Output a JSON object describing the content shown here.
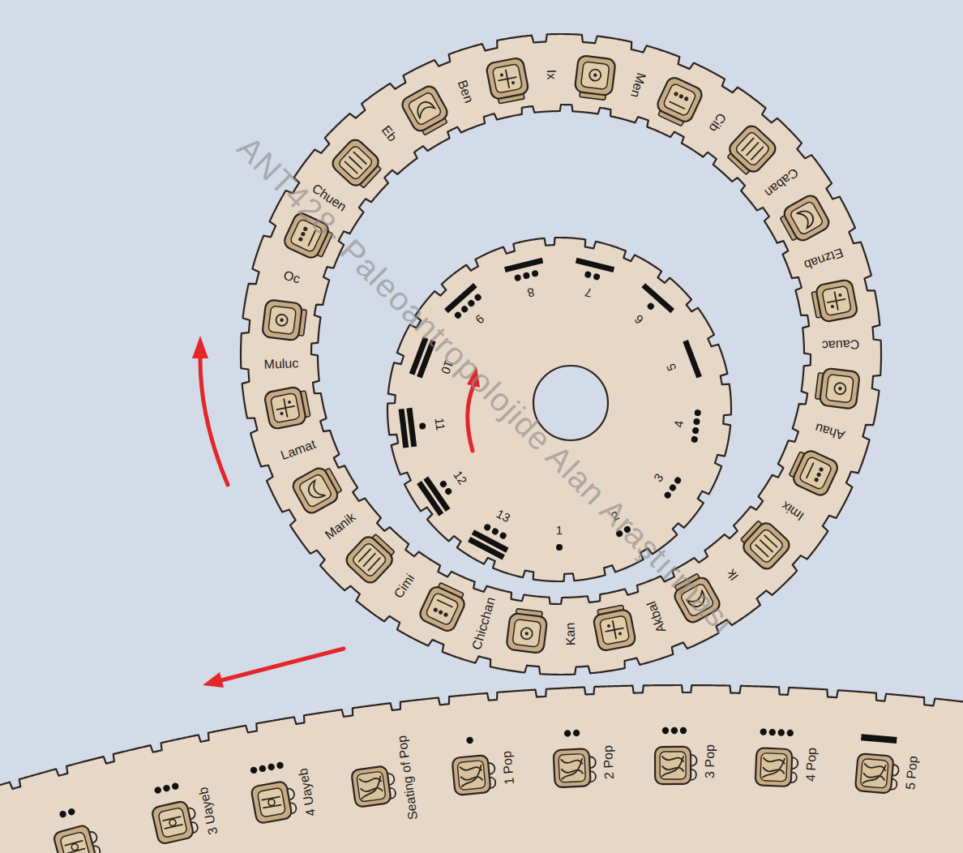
{
  "diagram": {
    "nodes": [
      {
        "text": [
          "Ix",
          "Men",
          "Cib",
          "Caban",
          "Etznab",
          "Cauac",
          "Ahau",
          "Imix",
          "Ik",
          "Akbal",
          "Kan",
          "Chicchan",
          "Cimi",
          "Manik",
          "Lamat",
          "Muluc",
          "Oc",
          "Chuen",
          "Eb",
          "Ben"
        ]
      },
      {
        "text": [
          "1",
          "2",
          "3",
          "4",
          "5",
          "6",
          "7",
          "8",
          "9",
          "10",
          "11",
          "12",
          "13"
        ]
      },
      {
        "text": [
          "3 Uayeb",
          "4 Uayeb",
          "Seating of Pop",
          "1 Pop",
          "2 Pop",
          "3 Pop",
          "4 Pop",
          "5 Pop"
        ]
      }
    ],
    "labels": [
      "ANT428- Paleoantropolojide Alan Araştırması"
    ]
  }
}
